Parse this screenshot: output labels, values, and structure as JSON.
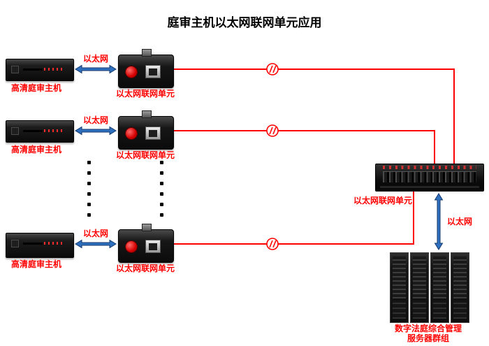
{
  "title": "庭审主机以太网联网单元应用",
  "colors": {
    "label_red": "#ff0000",
    "line_red": "#ff0000",
    "arrow_blue": "#2e6fbe",
    "device_black": "#0d0d0d"
  },
  "rows": [
    {
      "host_label": "高清庭审主机",
      "unit_label": "以太网联网单元",
      "link_label": "以太网"
    },
    {
      "host_label": "高清庭审主机",
      "unit_label": "以太网联网单元",
      "link_label": "以太网"
    },
    {
      "host_label": "高清庭审主机",
      "unit_label": "以太网联网单元",
      "link_label": "以太网"
    }
  ],
  "panel": {
    "label": "以太网联网单元"
  },
  "server": {
    "link_label": "以太网",
    "label_line1": "数字法庭综合管理",
    "label_line2": "服务器群组"
  }
}
